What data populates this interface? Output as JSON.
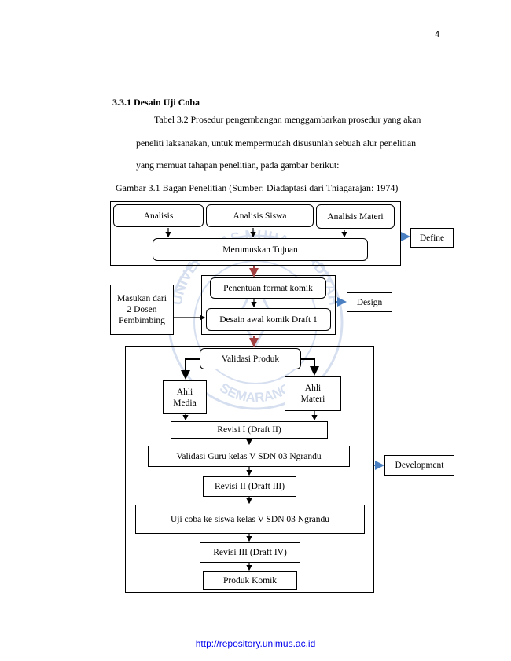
{
  "page_number": "4",
  "section_heading": "3.3.1 Desain Uji Coba",
  "paragraph_lines": [
    "Tabel 3.2 Prosedur pengembangan menggambarkan prosedur yang akan",
    "peneliti laksanakan, untuk mempermudah disusunlah sebuah alur penelitian",
    "yang memuat tahapan penelitian, pada gambar berikut:"
  ],
  "figure_caption": "Gambar 3.1  Bagan Penelitian (Sumber: Diadaptasi dari Thiagarajan: 1974)",
  "watermark": {
    "text_top": "UNIVERSITAS MUHAMMADIYAH",
    "text_bottom": "SEMARANG"
  },
  "diagram": {
    "define": {
      "analisis": "Analisis",
      "analisis_siswa": "Analisis Siswa",
      "analisis_materi": "Analisis Materi",
      "merumuskan_tujuan": "Merumuskan Tujuan",
      "stage_label": "Define"
    },
    "design": {
      "masukan": "Masukan dari 2 Dosen Pembimbing",
      "penentuan_format": "Penentuan format komik",
      "desain_awal": "Desain awal komik Draft 1",
      "stage_label": "Design"
    },
    "development": {
      "validasi_produk": "Validasi Produk",
      "ahli_media": "Ahli Media",
      "ahli_materi": "Ahli Materi",
      "revisi_1": "Revisi I (Draft II)",
      "validasi_guru": "Validasi Guru kelas V SDN 03 Ngrandu",
      "revisi_2": "Revisi II (Draft III)",
      "uji_coba": "Uji coba ke siswa kelas V SDN 03 Ngrandu",
      "revisi_3": "Revisi III (Draft IV)",
      "produk_komik": "Produk Komik",
      "stage_label": "Development"
    },
    "colors": {
      "stage_arrow": "#4a7fc1",
      "phase_arrow": "#a04040",
      "design_frame": "#3a5fa0"
    }
  },
  "footer_link": "http://repository.unimus.ac.id"
}
